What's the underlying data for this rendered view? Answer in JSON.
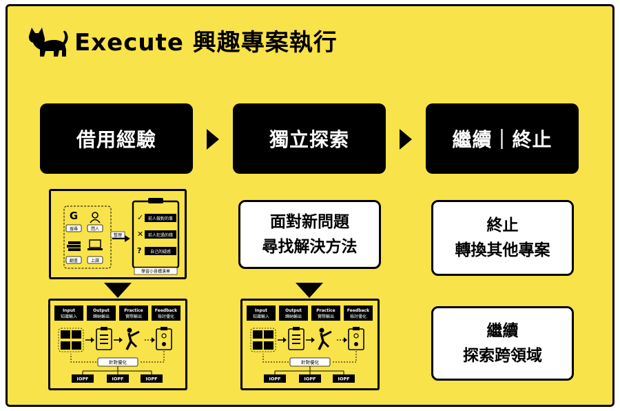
{
  "title": {
    "brand": "Execute",
    "subtitle": "興趣專案執行"
  },
  "stages": [
    "借用經驗",
    "獨立探索",
    "繼續｜終止"
  ],
  "problem_box": [
    "面對新問題",
    "尋找解決方法"
  ],
  "end_box": [
    "終止",
    "轉換其他專案"
  ],
  "continue_box": [
    "繼續",
    "探索跨領域"
  ],
  "borrow_panel": {
    "sources": [
      "搜尋",
      "問人",
      "翻書",
      "上課"
    ],
    "organize": "整理",
    "checklist": [
      "前人做對的事",
      "前人犯過的錯",
      "自己的疑惑"
    ],
    "checklist_marks": [
      "✓",
      "✕",
      "?"
    ],
    "checklist_title": "學習小目標清單"
  },
  "iopf_panel": {
    "headers": [
      {
        "en": "Input",
        "zh": "知識輸入"
      },
      {
        "en": "Output",
        "zh": "歸納輸出"
      },
      {
        "en": "Practice",
        "zh": "實際輸出"
      },
      {
        "en": "Feedback",
        "zh": "檢討優化"
      }
    ],
    "optimize": "針對優化",
    "loops": [
      "IOPF",
      "IOPF",
      "IOPF"
    ]
  },
  "colors": {
    "background": "#f8e34a",
    "ink": "#000000",
    "box": "#ffffff"
  }
}
